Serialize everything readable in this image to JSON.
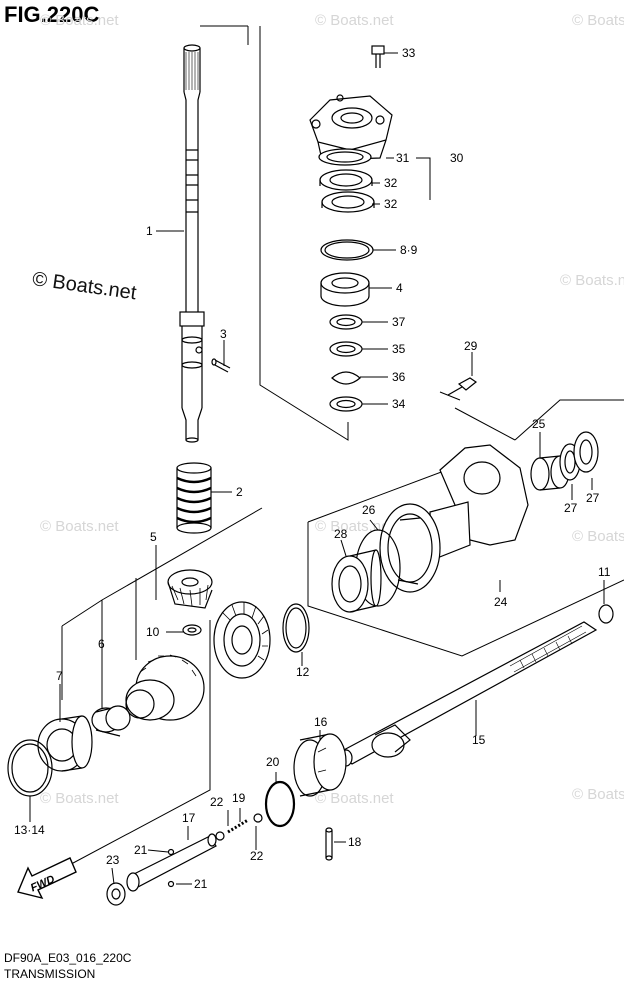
{
  "figure": {
    "title": "FIG.220C"
  },
  "footer": {
    "code": "DF90A_E03_016_220C",
    "section": "TRANSMISSION"
  },
  "watermark": {
    "text": "© Boats.net"
  },
  "fwd_label": "FWD",
  "callouts": {
    "c1": "1",
    "c2": "2",
    "c3": "3",
    "c4": "4",
    "c5": "5",
    "c6": "6",
    "c7": "7",
    "c89": "8·9",
    "c10": "10",
    "c11": "11",
    "c12": "12",
    "c1314": "13·14",
    "c15": "15",
    "c16": "16",
    "c17": "17",
    "c18": "18",
    "c19": "19",
    "c20": "20",
    "c21a": "21",
    "c21b": "21",
    "c22a": "22",
    "c22b": "22",
    "c23": "23",
    "c24": "24",
    "c25": "25",
    "c26": "26",
    "c27a": "27",
    "c27b": "27",
    "c28": "28",
    "c29": "29",
    "c30": "30",
    "c31": "31",
    "c32a": "32",
    "c32b": "32",
    "c33": "33",
    "c34": "34",
    "c35": "35",
    "c36": "36",
    "c37": "37"
  },
  "colors": {
    "line": "#000000",
    "watermark": "#d6d6d6",
    "part_fill": "#ffffff",
    "shade": "#e6e6e6"
  }
}
